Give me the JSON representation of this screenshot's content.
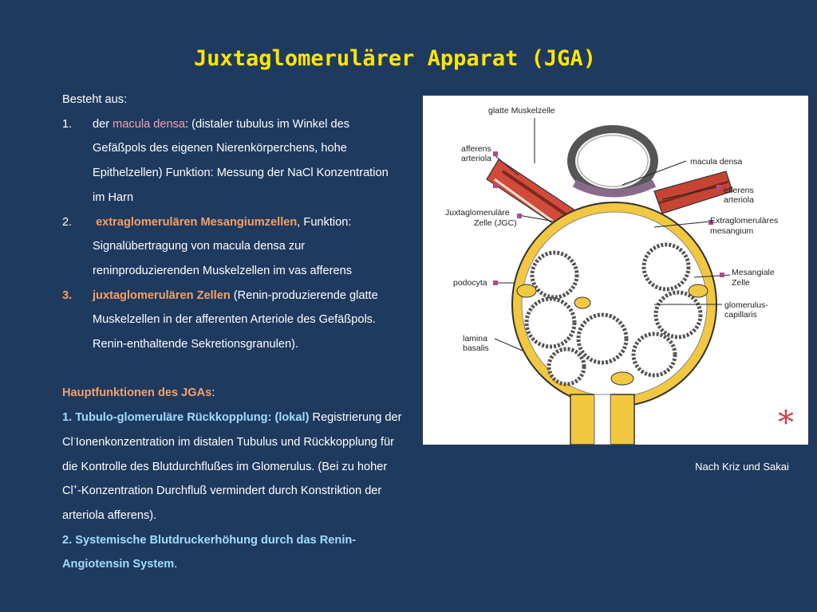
{
  "title": "Juxtaglomerulärer Apparat (JGA)",
  "intro": "Besteht aus:",
  "items": [
    {
      "num": "1.",
      "pre": "der ",
      "term": "macula densa",
      "text1": ":  (distaler tubulus im Winkel des",
      "lines": [
        "Gefäßpols des eigenen Nierenkörperchens, hohe",
        "Epithelzellen) Funktion: Messung der NaCl Konzentration",
        "im Harn"
      ]
    },
    {
      "num": "2.",
      "pre": " ",
      "term": "extraglomerulären Mesangiumzellen",
      "text1": ", Funktion:",
      "lines": [
        "Signalübertragung von macula densa zur",
        "reninproduzierenden  Muskelzellen im vas afferens"
      ]
    },
    {
      "num": "3.",
      "term": "juxtaglomerulären Zellen",
      "text1": " (Renin-produzierende glatte",
      "lines": [
        "Muskelzellen in der afferenten Arteriole des Gefäßpols.",
        "Renin-enthaltende Sekretionsgranulen)."
      ]
    }
  ],
  "functions": {
    "heading": "Hauptfunktionen des JGAs",
    "heading_suffix": ":",
    "f1_label": "1. Tubulo-glomeruläre Rückkopplung: (lokal)",
    "f1_text": " Registrierung der",
    "f1_l2_a": "Cl",
    "f1_l2_sup": "-",
    "f1_l2_b": "Ionenkonzentration im distalen Tubulus und Rückkopplung für",
    "f1_l3": "die Kontrolle des Blutdurchflußes im Glomerulus. (Bei zu hoher",
    "f1_l4_a": "Cl",
    "f1_l4_sup": "+",
    "f1_l4_b": "-Konzentration  Durchfluß vermindert durch Konstriktion der",
    "f1_l5": "arteriola afferens).",
    "f2_label": "2. Systemische Blutdruckerhöhung durch das Renin-",
    "f2_l2": "Angiotensin System",
    "f2_suffix": "."
  },
  "figure": {
    "labels": {
      "glatte": "glatte Muskelzelle",
      "afferens1": "afferens",
      "afferens2": "arteriola",
      "macula": "macula densa",
      "efferens1": "efferens",
      "efferens2": "arteriola",
      "jgc1": "Juxtaglomeruläre",
      "jgc2": "Zelle (JGC)",
      "extra1": "Extraglomeruläres",
      "extra2": "mesangium",
      "podocyta": "podocyta",
      "mesang1": "Mesangiale",
      "mesang2": "Zelle",
      "cap1": "glomerulus-",
      "cap2": "capillaris",
      "lamina1": "lamina",
      "lamina2": "basalis"
    }
  },
  "caption": "Nach Kriz und Sakai",
  "asterisk": "*"
}
